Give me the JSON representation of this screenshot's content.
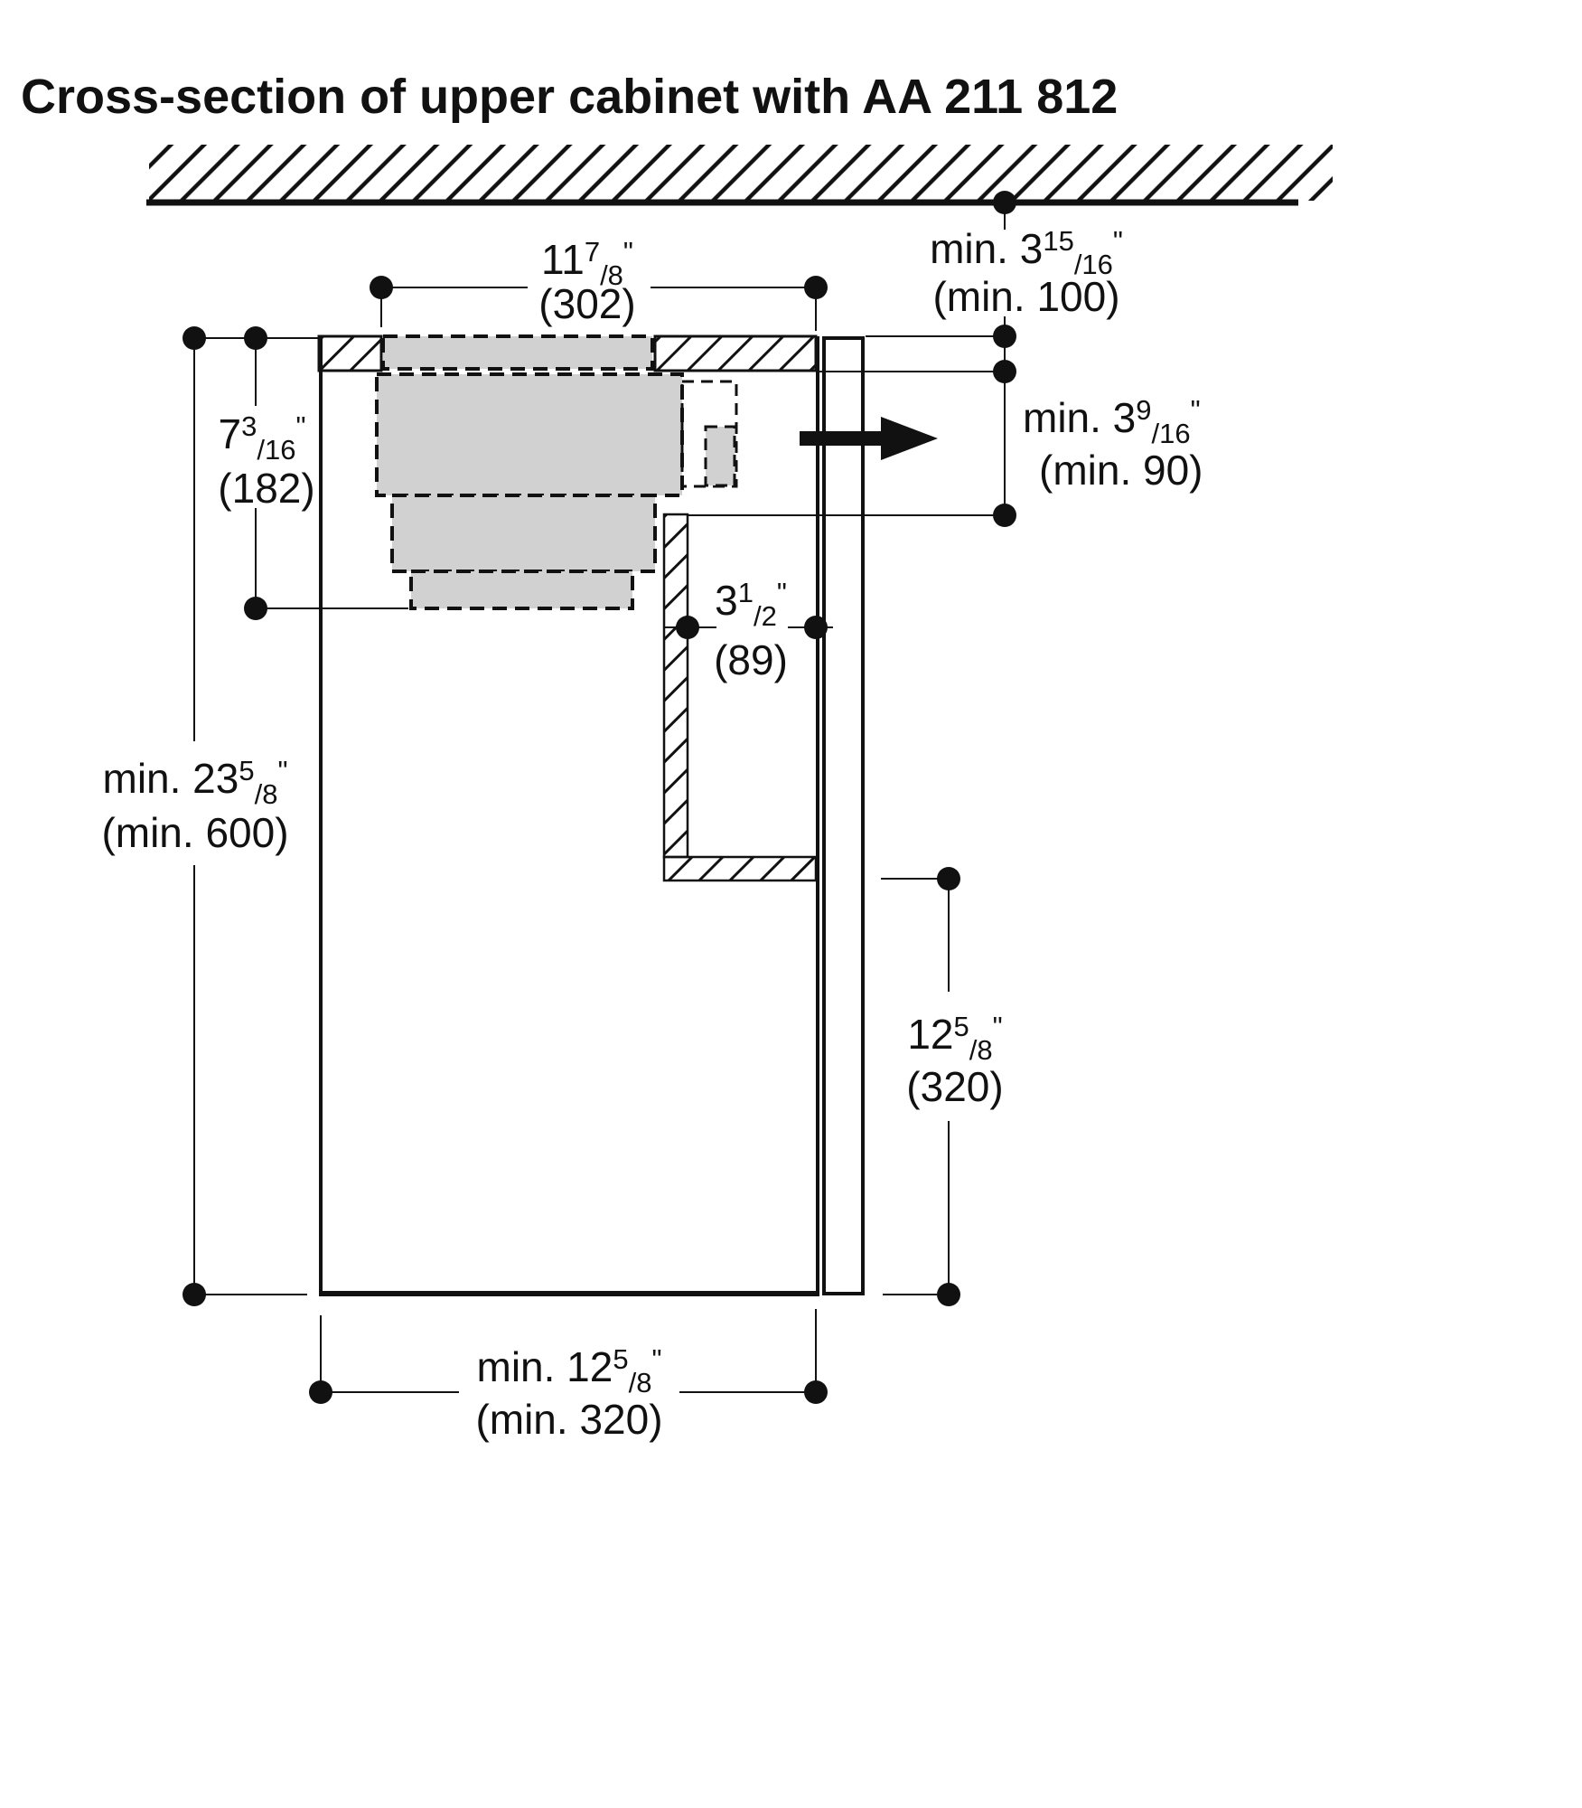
{
  "title": "Cross-section of upper cabinet with AA 211 812",
  "colors": {
    "ink": "#111111",
    "appliance_fill": "#d1d1d1",
    "background": "#ffffff"
  },
  "dims": {
    "top_width": {
      "whole": "11",
      "num": "7",
      "den": "/8",
      "quote": "\"",
      "metric": "(302)"
    },
    "ceiling_gap": {
      "whole": "min. 3",
      "num": "15",
      "den": "/16",
      "quote": "\"",
      "metric": "(min. 100)"
    },
    "outlet_min_height": {
      "whole": "min. 3",
      "num": "9",
      "den": "/16",
      "quote": "\"",
      "metric": "(min. 90)"
    },
    "hood_height": {
      "whole": "7",
      "num": "3",
      "den": "/16",
      "quote": "\"",
      "metric": "(182)"
    },
    "duct_clearance": {
      "whole": "3",
      "num": "1",
      "den": "/2",
      "quote": "\"",
      "metric": "(89)"
    },
    "cabinet_min_height": {
      "whole": "min. 23",
      "num": "5",
      "den": "/8",
      "quote": "\"",
      "metric": "(min. 600)"
    },
    "lower_section_height": {
      "whole": "12",
      "num": "5",
      "den": "/8",
      "quote": "\"",
      "metric": "(320)"
    },
    "cabinet_min_depth": {
      "whole": "min. 12",
      "num": "5",
      "den": "/8",
      "quote": "\"",
      "metric": "(min. 320)"
    }
  }
}
